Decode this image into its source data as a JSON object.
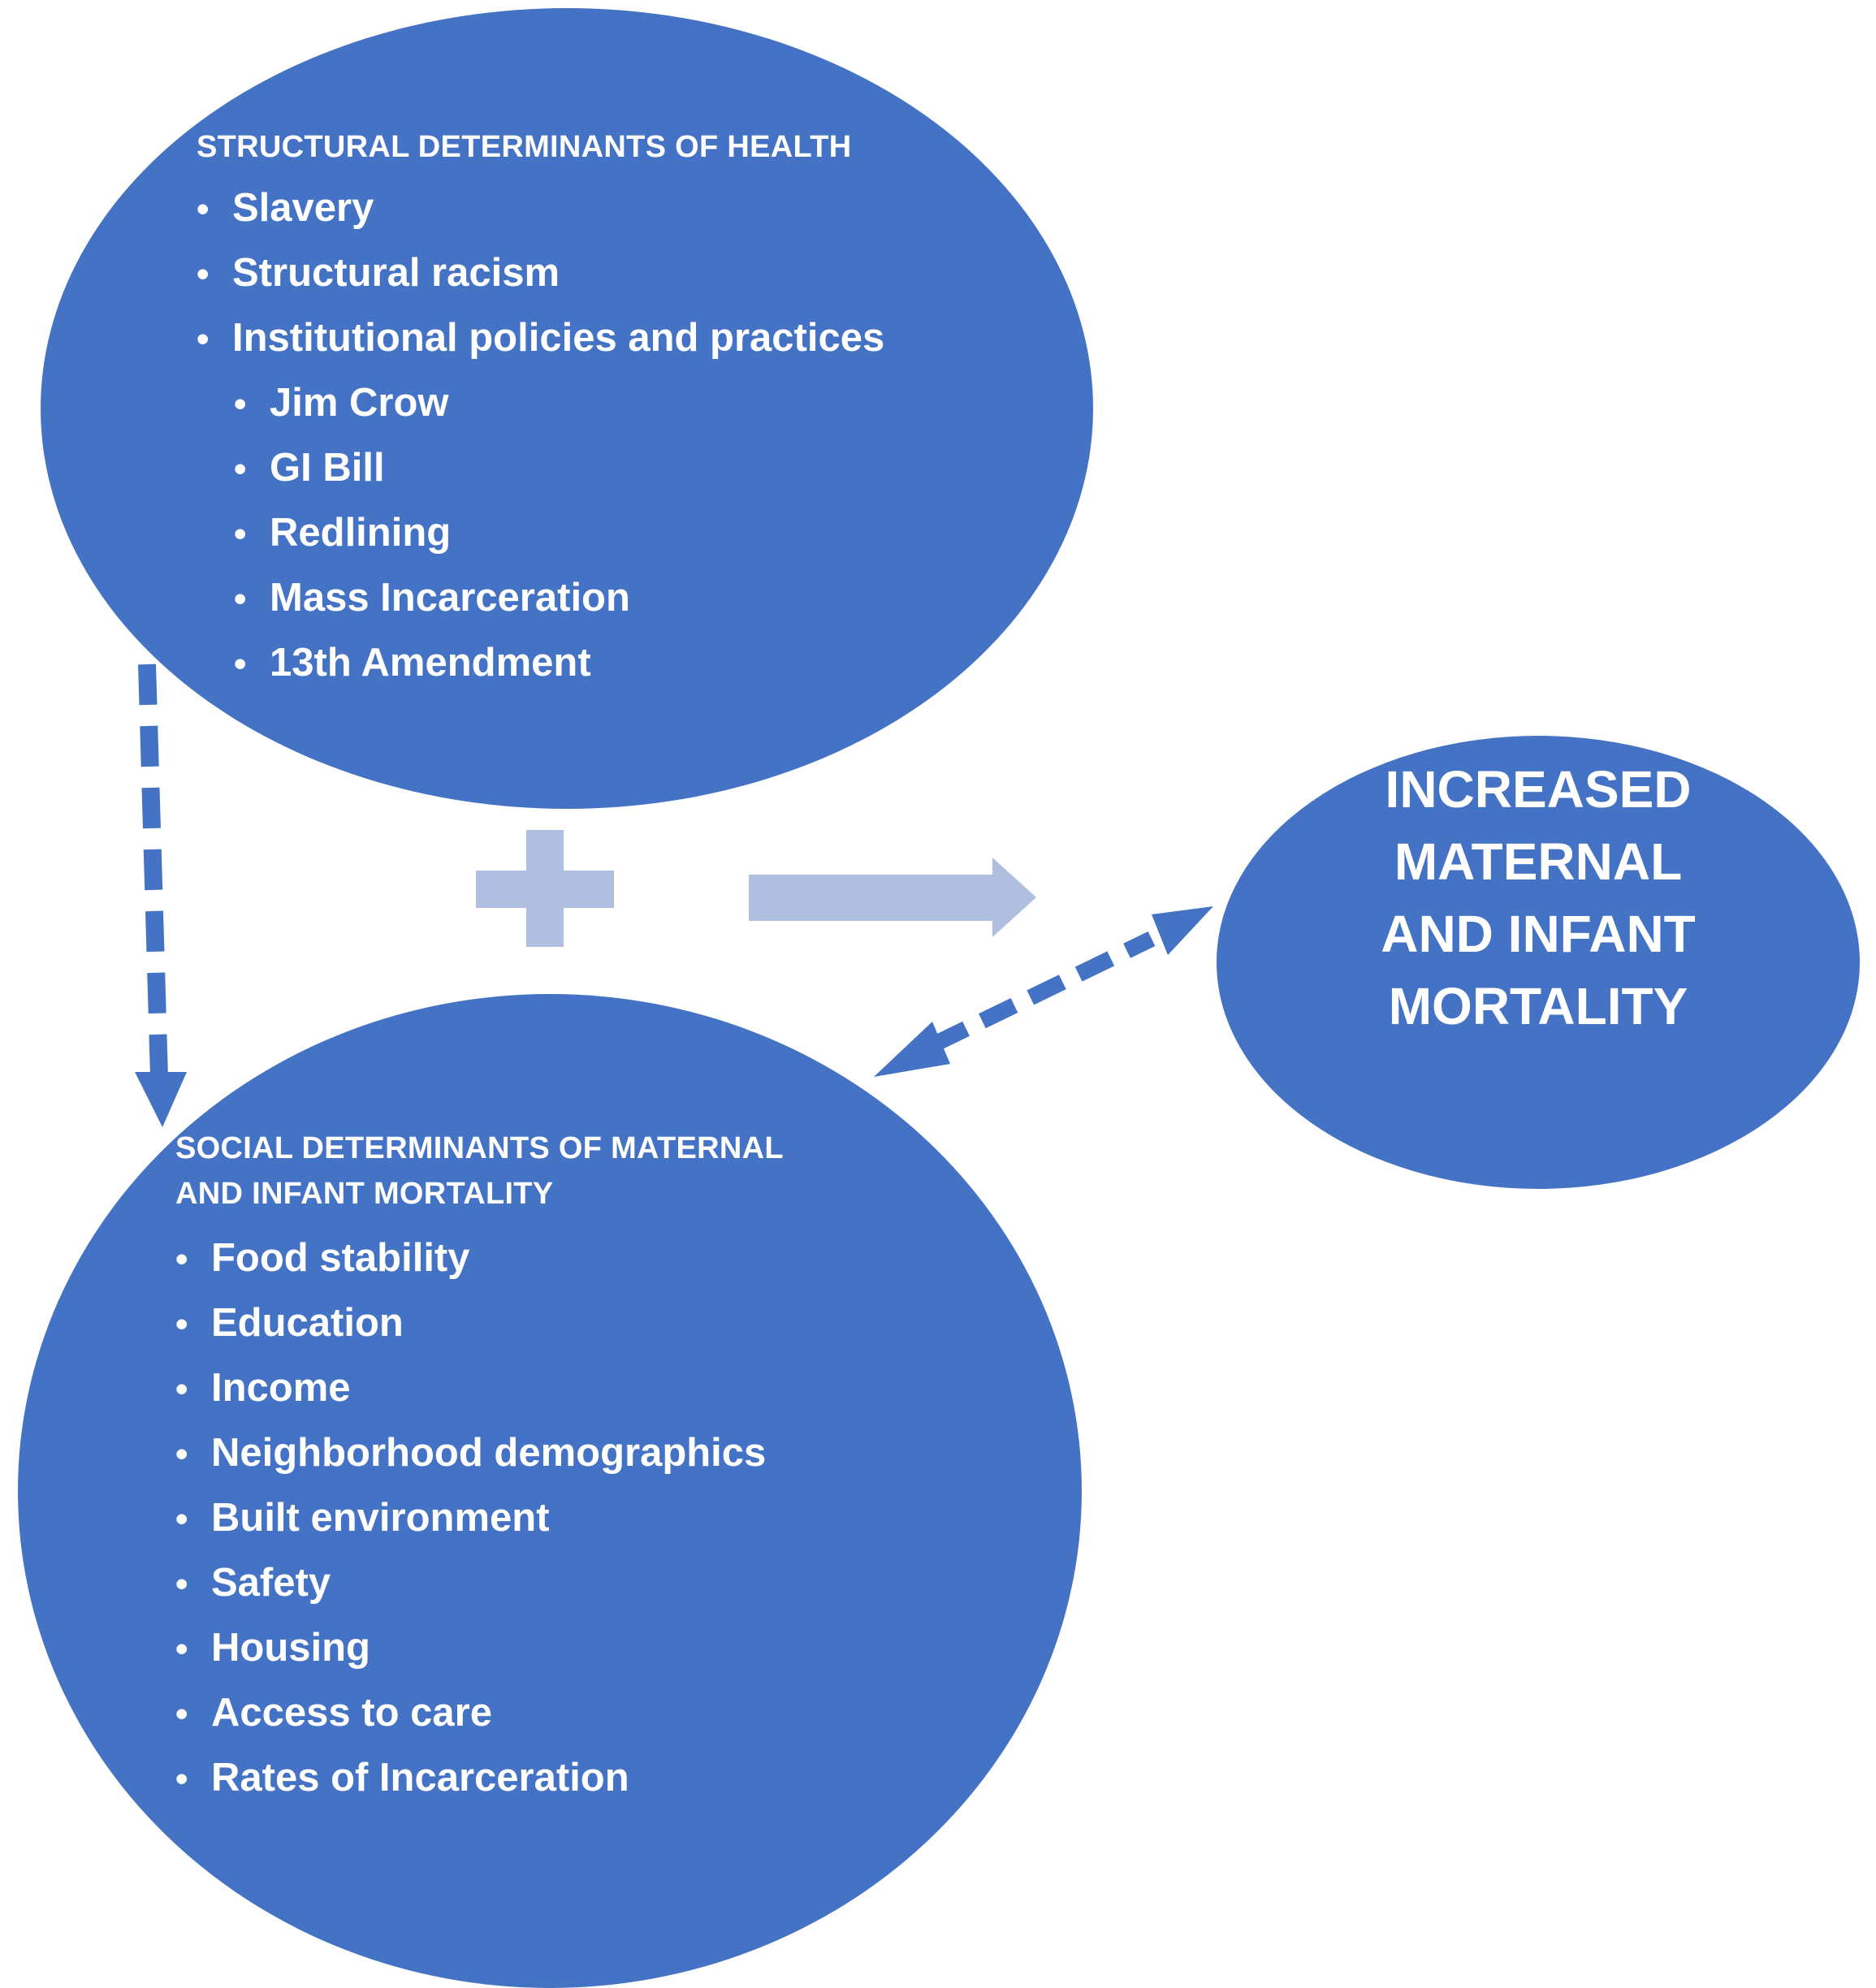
{
  "colors": {
    "ellipse": "#4472C4",
    "connector": "#4472C4",
    "light_connector": "#B0BFE0",
    "text": "#FFFFFF"
  },
  "structural": {
    "heading": "STRUCTURAL DETERMINANTS OF HEALTH",
    "items": [
      "Slavery",
      "Structural racism",
      "Institutional policies and practices"
    ],
    "subitems": [
      "Jim Crow",
      "GI Bill",
      "Redlining",
      "Mass Incarceration",
      "13th Amendment"
    ]
  },
  "social": {
    "heading_line1": "SOCIAL DETERMINANTS OF MATERNAL",
    "heading_line2": "AND INFANT MORTALITY",
    "items": [
      "Food stability",
      "Education",
      "Income",
      "Neighborhood demographics",
      "Built environment",
      "Safety",
      "Housing",
      "Access to care",
      "Rates of Incarceration"
    ]
  },
  "outcome": {
    "lines": [
      "INCREASED",
      "MATERNAL",
      "AND INFANT",
      "MORTALITY"
    ]
  },
  "icons": {
    "bullet": "•",
    "plus": "plus-icon",
    "arrow": "right-arrow-icon"
  }
}
